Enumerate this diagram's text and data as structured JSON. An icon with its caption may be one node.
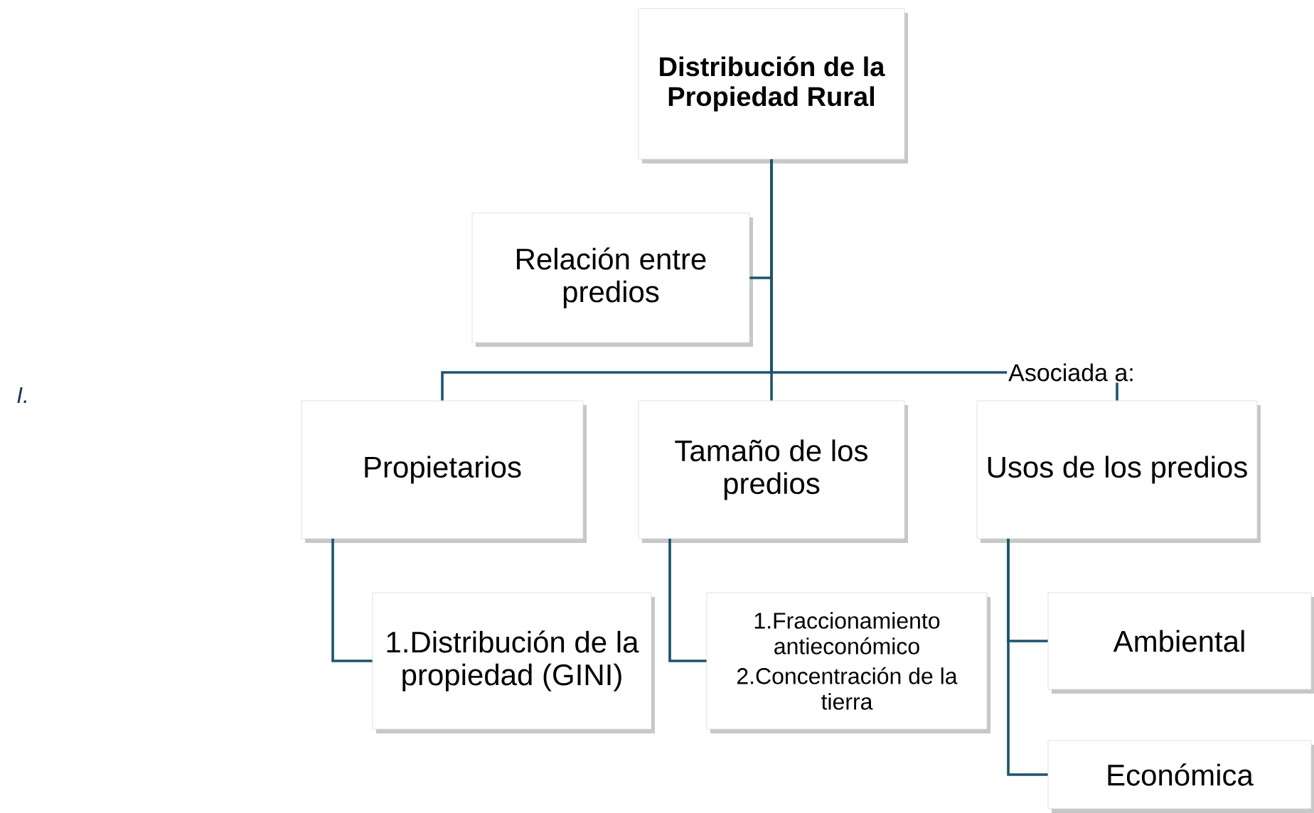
{
  "diagram": {
    "nodes": [
      {
        "text": [
          "Distribución de la Propiedad Rural"
        ]
      },
      {
        "text": [
          "Relación entre predios"
        ]
      },
      {
        "text": [
          "Propietarios"
        ]
      },
      {
        "text": [
          "Tamaño de los predios"
        ]
      },
      {
        "text": [
          "Usos de los predios"
        ]
      },
      {
        "text": [
          "1.Distribución de la propiedad (GINI)"
        ]
      },
      {
        "text": [
          "1.Fraccionamiento antieconómico",
          "2.Concentración de la tierra"
        ]
      },
      {
        "text": [
          "Ambiental"
        ]
      },
      {
        "text": [
          "Económica"
        ]
      }
    ],
    "edges": [
      {
        "from": 0,
        "to": 1,
        "arrow": "none"
      },
      {
        "from": 0,
        "to": 2,
        "arrow": "none"
      },
      {
        "from": 0,
        "to": 3,
        "arrow": "none"
      },
      {
        "from": 0,
        "to": 4,
        "arrow": "none",
        "label": "Asociada a:"
      },
      {
        "from": 2,
        "to": 5,
        "arrow": "none"
      },
      {
        "from": 3,
        "to": 6,
        "arrow": "none"
      },
      {
        "from": 4,
        "to": 7,
        "arrow": "none"
      },
      {
        "from": 4,
        "to": 8,
        "arrow": "none"
      }
    ],
    "labels": [
      "I."
    ]
  }
}
